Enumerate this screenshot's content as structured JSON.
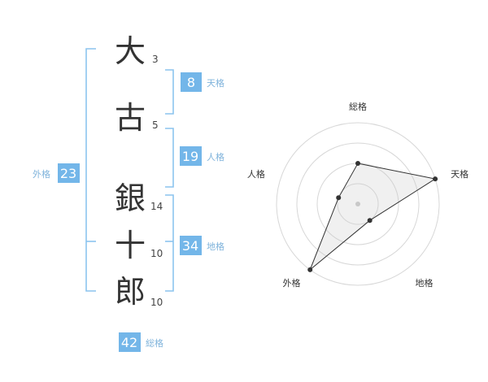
{
  "name": {
    "chars": [
      {
        "char": "大",
        "strokes": "3"
      },
      {
        "char": "古",
        "strokes": "5"
      },
      {
        "char": "銀",
        "strokes": "14"
      },
      {
        "char": "十",
        "strokes": "10"
      },
      {
        "char": "郎",
        "strokes": "10"
      }
    ]
  },
  "kakusu": {
    "tenkaku": {
      "value": "8",
      "label": "天格"
    },
    "jinkaku": {
      "value": "19",
      "label": "人格"
    },
    "chikaku": {
      "value": "34",
      "label": "地格"
    },
    "gaikaku": {
      "value": "23",
      "label": "外格"
    },
    "soukaku": {
      "value": "42",
      "label": "総格"
    }
  },
  "accent_color": "#73b6e9",
  "chart_data": {
    "type": "radar",
    "axes": [
      "総格",
      "天格",
      "地格",
      "外格",
      "人格"
    ],
    "values": [
      2,
      4,
      1,
      4,
      1
    ],
    "rmax": 4,
    "rings": 4
  }
}
